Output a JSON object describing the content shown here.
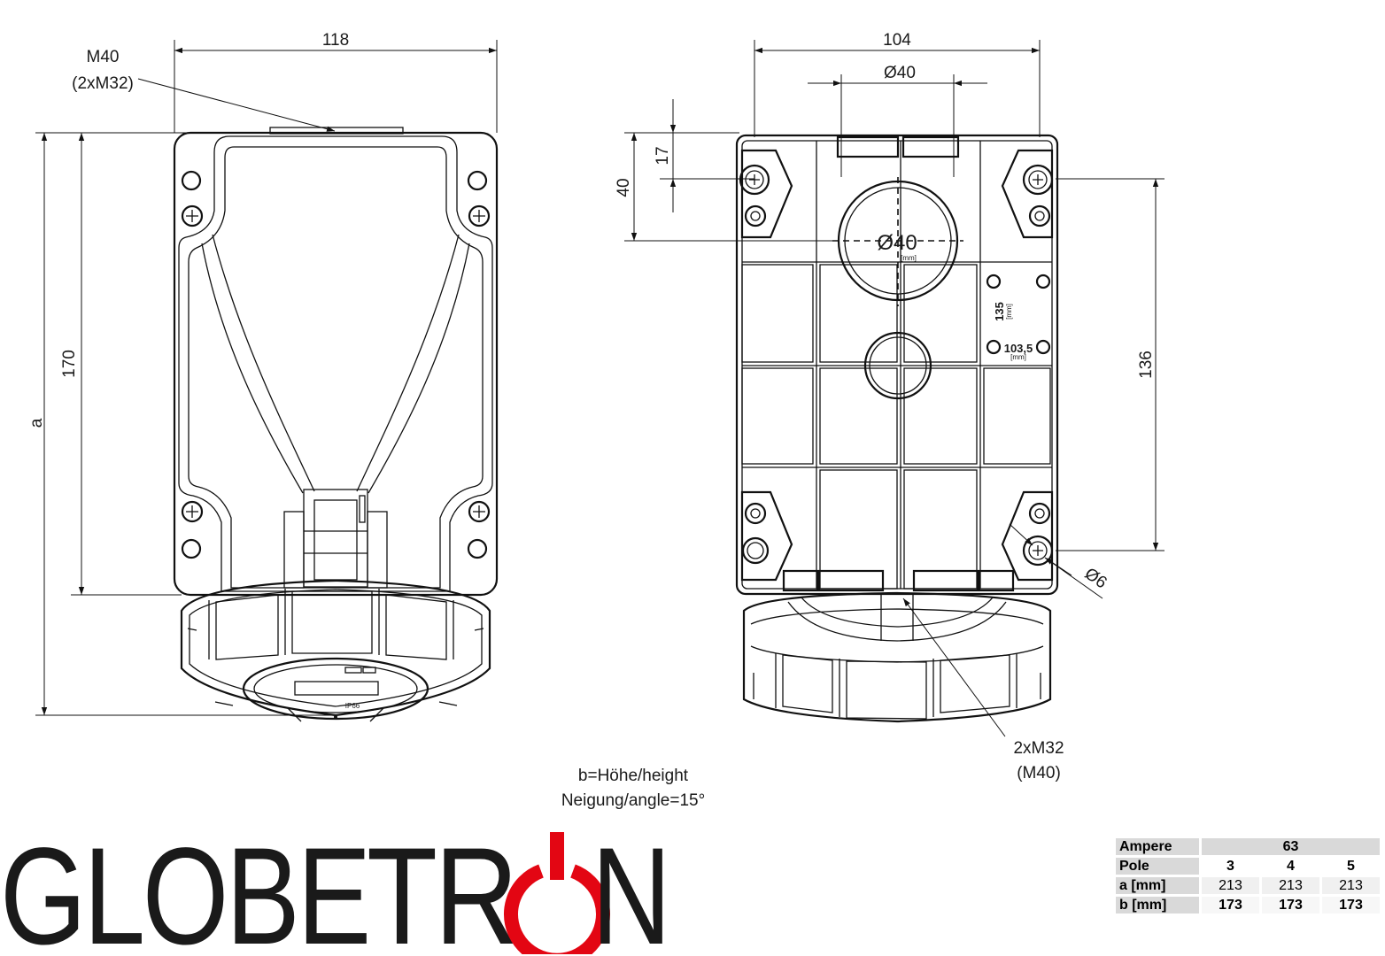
{
  "dimensions": {
    "width_left": "118",
    "width_right": "104",
    "dia_top": "Ø40",
    "dia_center": "Ø40",
    "dia_center_unit": "[mm]",
    "height_a": "a",
    "height_170": "170",
    "height_17": "17",
    "height_40": "40",
    "height_136": "136",
    "dia_hole": "Ø6",
    "holes_135": "135",
    "holes_135_unit": "[mm]",
    "holes_1035": "103,5",
    "holes_1035_unit": "[mm]"
  },
  "labels": {
    "top_left_line1": "M40",
    "top_left_line2": "(2xM32)",
    "bottom_right_line1": "2xM32",
    "bottom_right_line2": "(M40)",
    "note_line1": "b=Höhe/height",
    "note_line2": "Neigung/angle=15°",
    "front_ip": "IP66"
  },
  "logo": {
    "part1": "GLOBE",
    "part2": "TR",
    "part3": "N",
    "color_dark": "#3a3a3a",
    "color_accent": "#e30613"
  },
  "spec_table": {
    "ampere_label": "Ampere",
    "ampere_value": "63",
    "pole_label": "Pole",
    "pole_values": [
      "3",
      "4",
      "5"
    ],
    "a_label": "a [mm]",
    "a_values": [
      "213",
      "213",
      "213"
    ],
    "b_label": "b [mm]",
    "b_values": [
      "173",
      "173",
      "173"
    ]
  }
}
